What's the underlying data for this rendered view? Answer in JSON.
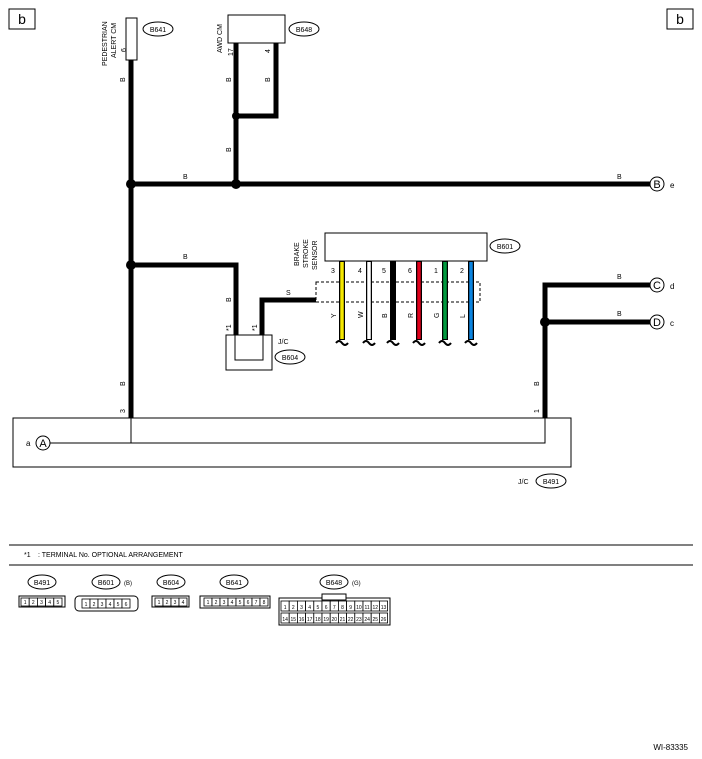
{
  "page_refs": {
    "left": "b",
    "right": "b"
  },
  "components": {
    "pedestrian_alert_cm": {
      "name_line1": "PEDESTRIAN",
      "name_line2": "ALERT CM",
      "connector": "B641",
      "pin": "6"
    },
    "awd_cm": {
      "name": "AWD CM",
      "connector": "B648",
      "pin_a": "17",
      "pin_b": "4"
    },
    "brake_stroke_sensor": {
      "name_line1": "BRAKE",
      "name_line2": "STROKE",
      "name_line3": "SENSOR",
      "connector": "B601",
      "pins": [
        {
          "pin": "3",
          "color_code": "Y",
          "color": "#f5e800"
        },
        {
          "pin": "4",
          "color_code": "W",
          "color": "#ffffff"
        },
        {
          "pin": "5",
          "color_code": "B",
          "color": "#000000"
        },
        {
          "pin": "6",
          "color_code": "R",
          "color": "#e0001b"
        },
        {
          "pin": "1",
          "color_code": "G",
          "color": "#009a3e"
        },
        {
          "pin": "2",
          "color_code": "L",
          "color": "#0a84e0"
        }
      ]
    },
    "jc_b604": {
      "label": "J/C",
      "connector": "B604",
      "pin1": "*1",
      "pin2": "*1"
    },
    "jc_b491": {
      "label": "J/C",
      "connector": "B491",
      "pin_left": "3",
      "pin_right": "1"
    }
  },
  "wire_labels": {
    "b_alert_upper": "B",
    "b_awd17": "B",
    "b_awd4": "B",
    "b_awd_lower": "B",
    "b_main": "B",
    "b_main_end": "B",
    "b_branch": "B",
    "b_b604_down": "B",
    "s_b604": "S",
    "b_alert_lower": "B",
    "b_d_vertical": "B",
    "b_to_c": "B",
    "b_to_d": "B"
  },
  "continuations": {
    "B": {
      "letter": "B",
      "ref": "e"
    },
    "C": {
      "letter": "C",
      "ref": "d"
    },
    "D": {
      "letter": "D",
      "ref": "c"
    },
    "A": {
      "letter": "A",
      "ref": "a"
    }
  },
  "footnote": {
    "symbol": "*1",
    "text": ": TERMINAL No. OPTIONAL ARRANGEMENT"
  },
  "connector_views": [
    {
      "id": "B491",
      "suffix": "",
      "pins": [
        "1",
        "2",
        "3",
        "4",
        "5"
      ]
    },
    {
      "id": "B601",
      "suffix": "(B)",
      "pins": [
        "1",
        "2",
        "3",
        "4",
        "5",
        "6"
      ]
    },
    {
      "id": "B604",
      "suffix": "",
      "pins": [
        "1",
        "2",
        "3",
        "4"
      ]
    },
    {
      "id": "B641",
      "suffix": "",
      "pins": [
        "1",
        "2",
        "3",
        "4",
        "5",
        "6",
        "7",
        "8"
      ]
    },
    {
      "id": "B648",
      "suffix": "(G)",
      "row1": [
        "1",
        "2",
        "3",
        "4",
        "5",
        "6",
        "7",
        "8",
        "9",
        "10",
        "11",
        "12",
        "13"
      ],
      "row2": [
        "14",
        "15",
        "16",
        "17",
        "18",
        "19",
        "20",
        "21",
        "22",
        "23",
        "24",
        "25",
        "26"
      ]
    }
  ],
  "figure_id": "WI-83335"
}
